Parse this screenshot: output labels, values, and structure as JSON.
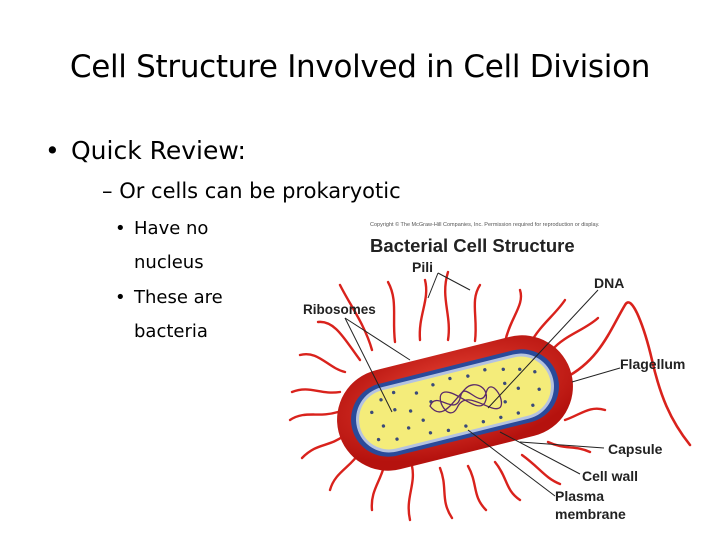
{
  "slide": {
    "title": "Cell Structure Involved in Cell Division",
    "bullets": [
      {
        "level": 1,
        "bullet": "•",
        "text": "Quick Review:"
      },
      {
        "level": 2,
        "bullet": "–",
        "text": "Or cells can be prokaryotic"
      },
      {
        "level": 3,
        "bullet": "•",
        "text": "Have no nucleus"
      },
      {
        "level": 3,
        "bullet": "•",
        "text": "These are bacteria"
      }
    ]
  },
  "figure": {
    "copyright": "Copyright © The McGraw-Hill Companies, Inc. Permission required for reproduction or display.",
    "title": "Bacterial Cell Structure",
    "labels": {
      "pili": "Pili",
      "dna": "DNA",
      "ribosomes": "Ribosomes",
      "flagellum": "Flagellum",
      "capsule": "Capsule",
      "cell_wall": "Cell wall",
      "plasma_line1": "Plasma",
      "plasma_line2": "membrane"
    },
    "colors": {
      "capsule": "#d9221c",
      "cell_wall": "#2a4a9a",
      "cytoplasm": "#f4ec7a",
      "pili": "#d9221c",
      "ribosome": "#3a4a7a",
      "dna": "#5a2a6a"
    }
  }
}
